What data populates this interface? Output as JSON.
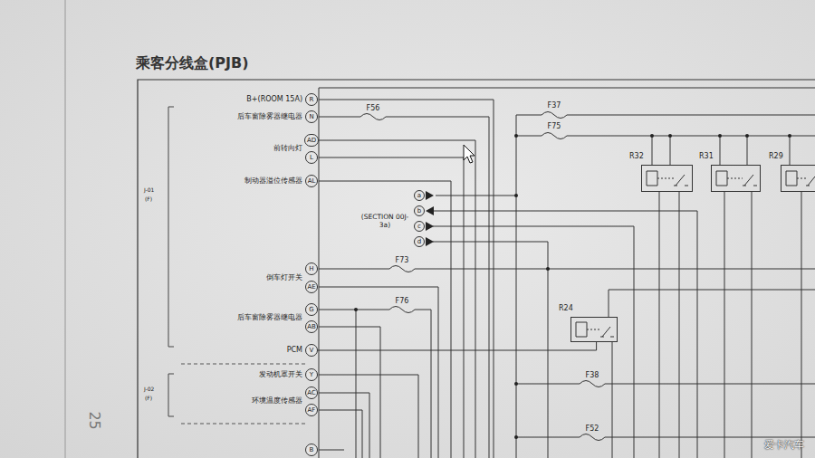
{
  "diagram": {
    "title": "乘客分线盒(PJB)",
    "nodes": [
      {
        "text": [
          "R"
        ]
      },
      {
        "text": [
          "N"
        ]
      },
      {
        "text": [
          "AD"
        ]
      },
      {
        "text": [
          "L"
        ]
      },
      {
        "text": [
          "AL"
        ]
      },
      {
        "text": [
          "H"
        ]
      },
      {
        "text": [
          "AE"
        ]
      },
      {
        "text": [
          "G"
        ]
      },
      {
        "text": [
          "AB"
        ]
      },
      {
        "text": [
          "V"
        ]
      },
      {
        "text": [
          "Y"
        ]
      },
      {
        "text": [
          "AC"
        ]
      },
      {
        "text": [
          "AF"
        ]
      },
      {
        "text": [
          "B"
        ]
      },
      {
        "text": [
          "a"
        ]
      },
      {
        "text": [
          "b"
        ]
      },
      {
        "text": [
          "c"
        ]
      },
      {
        "text": [
          "d"
        ]
      },
      {
        "text": [
          "R32"
        ]
      },
      {
        "text": [
          "R31"
        ]
      },
      {
        "text": [
          "R29"
        ]
      },
      {
        "text": [
          "R24"
        ]
      }
    ],
    "edges": [
      {
        "from": 9,
        "to": 21,
        "arrow": "none"
      }
    ],
    "labels": [
      "B+(ROOM 15A)",
      "后车窗除雾器继电器",
      "前转向灯",
      "制动器溢位传感器",
      "倒车灯开关",
      "后车窗除雾器继电器",
      "PCM",
      "发动机罩开关",
      "环境温度传感器",
      "J-01",
      "(F)",
      "J-02",
      "(F)",
      "(SECTION 00J-3a)",
      "F56",
      "F37",
      "F75",
      "F73",
      "F76",
      "F38",
      "F52",
      "25",
      "爱卡汽车"
    ]
  }
}
